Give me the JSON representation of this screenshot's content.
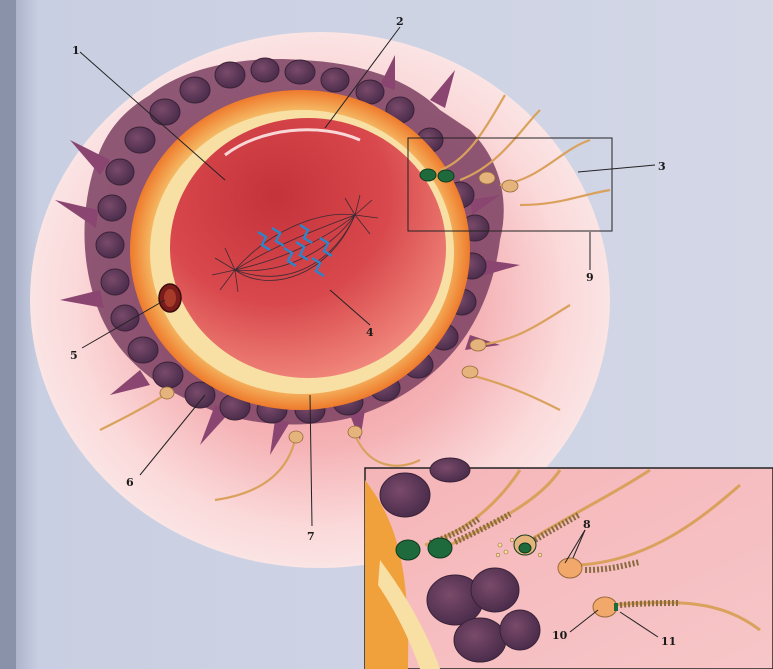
{
  "colors": {
    "background": "#c9cfe2",
    "corona_halo": "#f7c9cc",
    "granulosa_cell": "#5c3a5c",
    "zona_pellucida": "#f0a13c",
    "ooplasm": "#d74a4e",
    "sperm_tail": "#d9a15c",
    "acrosome_green": "#1f6a3c",
    "spindle": "#3b2a34",
    "chromosome": "#2e84c8",
    "callout_line": "#222222"
  },
  "callouts": [
    {
      "id": "1",
      "text": "1"
    },
    {
      "id": "2",
      "text": "2"
    },
    {
      "id": "3",
      "text": "3"
    },
    {
      "id": "4",
      "text": "4"
    },
    {
      "id": "5",
      "text": "5"
    },
    {
      "id": "6",
      "text": "6"
    },
    {
      "id": "7",
      "text": "7"
    },
    {
      "id": "8",
      "text": "8"
    },
    {
      "id": "9",
      "text": "9"
    },
    {
      "id": "10",
      "text": "10"
    },
    {
      "id": "11",
      "text": "11"
    }
  ]
}
